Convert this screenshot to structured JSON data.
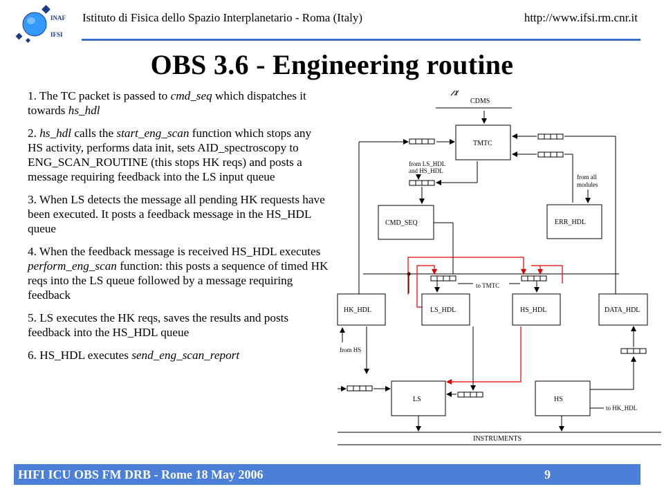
{
  "header": {
    "institute": "Istituto di Fisica dello Spazio Interplanetario - Roma (Italy)",
    "url": "http://www.ifsi.rm.cnr.it",
    "logo_text_1": "INAF",
    "logo_text_2": "IFSI",
    "rule_color": "#3c6fc9"
  },
  "title": "OBS 3.6 - Engineering routine",
  "steps": [
    {
      "num": "1.",
      "parts": [
        [
          "The TC packet is passed to ",
          false
        ],
        [
          "cmd_seq",
          true
        ],
        [
          " which dispatches it towards ",
          false
        ],
        [
          "hs_hdl",
          true
        ]
      ]
    },
    {
      "num": "2.",
      "parts": [
        [
          "hs_hdl",
          true
        ],
        [
          " calls the ",
          false
        ],
        [
          "start_eng_scan",
          true
        ],
        [
          " function which stops any HS activity, performs data init, sets AID_spectroscopy to ENG_SCAN_ROUTINE (this stops HK reqs) and posts a message requiring feedback into the LS input queue",
          false
        ]
      ]
    },
    {
      "num": "3.",
      "parts": [
        [
          "When LS detects the message  all pending HK requests have been executed. It posts a feedback message  in the HS_HDL queue",
          false
        ]
      ]
    },
    {
      "num": "4.",
      "parts": [
        [
          "When the feedback message  is received HS_HDL executes ",
          false
        ],
        [
          "perform_eng_scan",
          true
        ],
        [
          " function: this posts a sequence of timed HK reqs into the LS queue followed by a message  requiring feedback",
          false
        ]
      ]
    },
    {
      "num": "5.",
      "parts": [
        [
          "LS executes the HK reqs, saves the results and posts feedback into the HS_HDL queue",
          false
        ]
      ]
    },
    {
      "num": "6.",
      "parts": [
        [
          "HS_HDL executes ",
          false
        ],
        [
          "send_eng_scan_report",
          true
        ]
      ]
    }
  ],
  "diagram": {
    "blocks": {
      "cdms": "CDMS",
      "tmtc": "TMTC",
      "cmd_seq": "CMD_SEQ",
      "err_hdl": "ERR_HDL",
      "hk_hdl": "HK_HDL",
      "ls_hdl": "LS_HDL",
      "hs_hdl": "HS_HDL",
      "data_hdl": "DATA_HDL",
      "ls": "LS",
      "hs": "HS",
      "instruments": "INSTRUMENTS"
    },
    "labels": {
      "from_ls_hs_1": "from LS_HDL",
      "from_ls_hs_2": "and HS_HDL",
      "from_all_1": "from all",
      "from_all_2": "modules",
      "to_tmtc": "to TMTC",
      "from_hs": "from HS",
      "to_hk_hdl": "to HK_HDL"
    },
    "highlight_color": "#e00000"
  },
  "footer": {
    "left": "HIFI ICU OBS FM DRB - Rome 18 May 2006",
    "page": "9",
    "bar_color": "#4b7fd8"
  }
}
